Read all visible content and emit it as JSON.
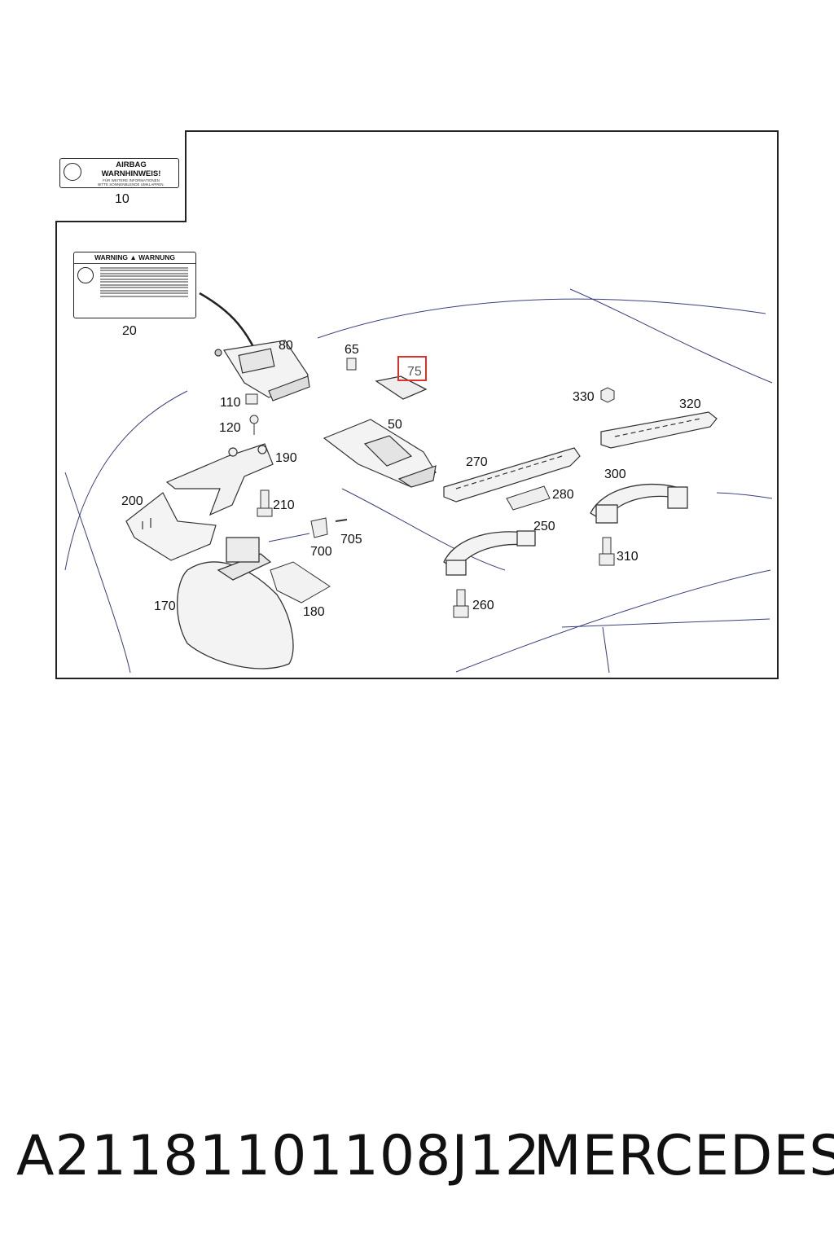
{
  "diagram": {
    "airbag_label": {
      "title_line1": "AIRBAG",
      "title_line2": "WARNHINWEIS!",
      "small_line1": "FÜR WEITERE INFORMATIONEN",
      "small_line2": "BITTE SONNENBLENDE UMKLAPPEN."
    },
    "warning_label": {
      "title": "WARNING ▲ WARNUNG"
    },
    "callouts": {
      "p10": "10",
      "p20": "20",
      "p50": "50",
      "p65": "65",
      "p75": "75",
      "p80": "80",
      "p110": "110",
      "p120": "120",
      "p170": "170",
      "p180": "180",
      "p190": "190",
      "p200": "200",
      "p210": "210",
      "p250": "250",
      "p260": "260",
      "p270": "270",
      "p280": "280",
      "p300": "300",
      "p310": "310",
      "p320": "320",
      "p330": "330",
      "p700": "700",
      "p705": "705"
    },
    "highlighted_part": "75",
    "highlight_color": "#e0302a"
  },
  "footer": {
    "part_number": "A21181101108J12",
    "brand": "MERCEDES"
  }
}
